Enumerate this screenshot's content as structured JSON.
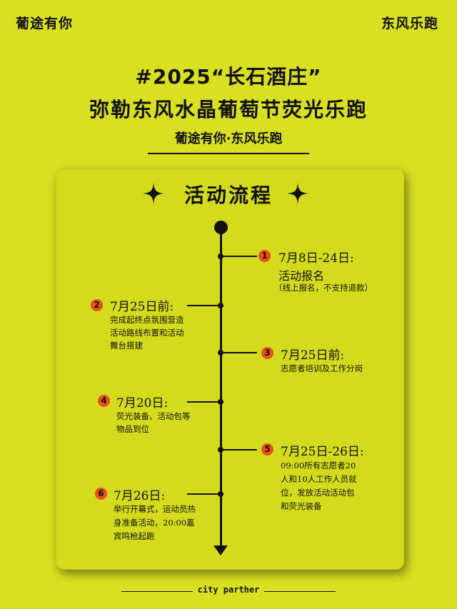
{
  "header": {
    "left_brand": "葡途有你",
    "right_brand": "东风乐跑"
  },
  "title": {
    "line1": "#2025“长石酒庄”",
    "line2": "弥勒东风水晶葡萄节荧光乐跑",
    "line3": "葡途有你·东风乐跑"
  },
  "section": {
    "title": "活动流程",
    "star_icon": "sparkle-star-icon"
  },
  "events": [
    {
      "number": "1",
      "date": "7月8日-24日:",
      "main": "活动报名",
      "lines": [
        "（线上报名，不支持退款）"
      ]
    },
    {
      "number": "2",
      "date": "7月25日前:",
      "lines": [
        "完成起终点氛围营造",
        "活动路线布置和活动",
        "舞台搭建"
      ]
    },
    {
      "number": "3",
      "date": "7月25日前:",
      "lines": [
        "志愿者培训及工作分岗"
      ]
    },
    {
      "number": "4",
      "date": "7月20日:",
      "lines": [
        "荧光装备、活动包等",
        "物品到位"
      ]
    },
    {
      "number": "5",
      "date": "7月25日-26日:",
      "lines": [
        "09:00所有志愿者20",
        "人和10人工作人员就",
        "位，发放活动活动包",
        "和荧光装备"
      ]
    },
    {
      "number": "6",
      "date": "7月26日:",
      "lines": [
        "举行开幕式，运动员热",
        "身准备活动，20:00嘉",
        "宾鸣枪起跑"
      ]
    }
  ],
  "footer": {
    "text": "city parther"
  },
  "colors": {
    "background": "#d9e021",
    "card": "#d3db1c",
    "badge": "#e8501d",
    "ink": "#111111"
  }
}
